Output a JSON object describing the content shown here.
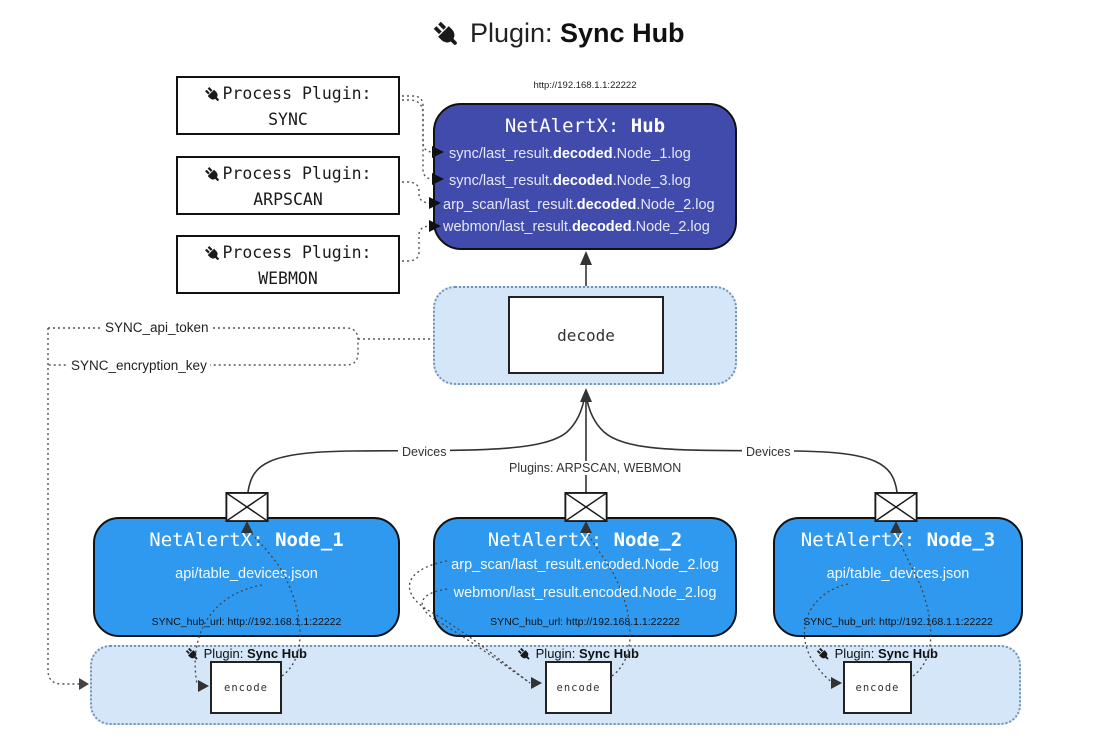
{
  "title": {
    "label": "Plugin:",
    "name": "Sync Hub"
  },
  "hub": {
    "url": "http://192.168.1.1:22222",
    "prefix": "NetAlertX:",
    "name": "Hub",
    "files": [
      {
        "pre": "sync/last_result.",
        "bold": "decoded",
        "post": ".Node_1.log"
      },
      {
        "pre": "sync/last_result.",
        "bold": "decoded",
        "post": ".Node_3.log"
      },
      {
        "pre": "arp_scan/last_result.",
        "bold": "decoded",
        "post": ".Node_2.log"
      },
      {
        "pre": "webmon/last_result.",
        "bold": "decoded",
        "post": ".Node_2.log"
      }
    ]
  },
  "process_plugins": [
    {
      "label": "Process Plugin:",
      "name": "SYNC"
    },
    {
      "label": "Process Plugin:",
      "name": "ARPSCAN"
    },
    {
      "label": "Process Plugin:",
      "name": "WEBMON"
    }
  ],
  "keys": {
    "api_token": "SYNC_api_token",
    "encryption_key": "SYNC_encryption_key"
  },
  "decode_label": "decode",
  "edge_labels": {
    "left": "Devices",
    "right": "Devices",
    "middle": "Plugins: ARPSCAN, WEBMON"
  },
  "nodes": [
    {
      "prefix": "NetAlertX:",
      "name": "Node_1",
      "files": [
        "api/table_devices.json"
      ],
      "hub_url": "SYNC_hub_url: http://192.168.1.1:22222"
    },
    {
      "prefix": "NetAlertX:",
      "name": "Node_2",
      "files": [
        "arp_scan/last_result.encoded.Node_2.log",
        "webmon/last_result.encoded.Node_2.log"
      ],
      "hub_url": "SYNC_hub_url: http://192.168.1.1:22222"
    },
    {
      "prefix": "NetAlertX:",
      "name": "Node_3",
      "files": [
        "api/table_devices.json"
      ],
      "hub_url": "SYNC_hub_url: http://192.168.1.1:22222"
    }
  ],
  "band": {
    "plugin_label": "Plugin:",
    "plugin_name": "Sync Hub",
    "encode_label": "encode"
  },
  "colors": {
    "hub_fill": "#414BAC",
    "node_fill": "#2f99f0",
    "panel_fill": "#d4e6f8",
    "outline": "#111111",
    "dotted_line": "#555555"
  }
}
